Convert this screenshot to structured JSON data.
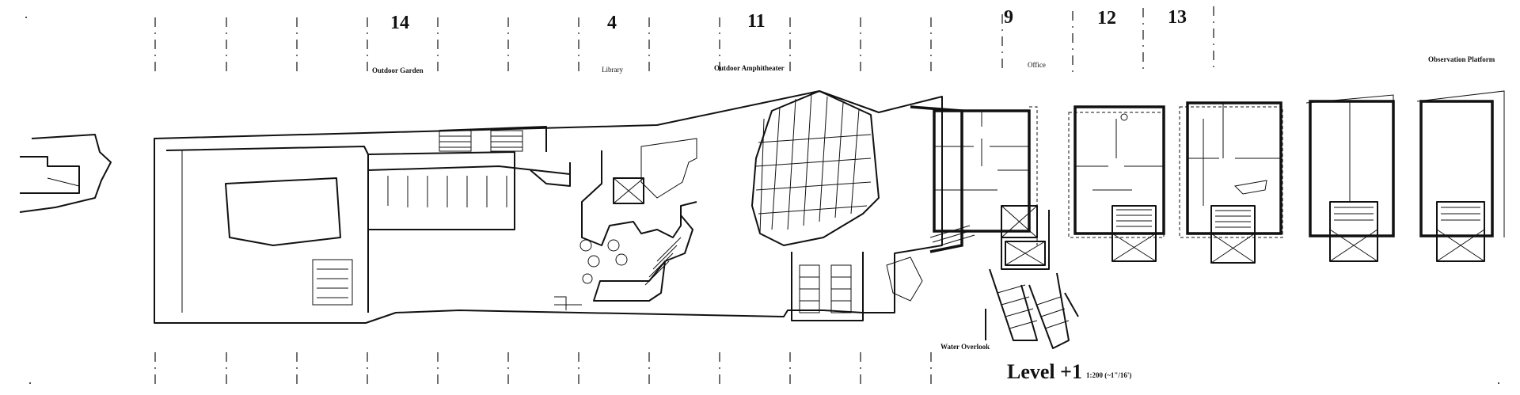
{
  "drawing": {
    "title": "Level +1",
    "scale": "1:200 (~1\"/16')"
  },
  "bay_numbers": [
    "14",
    "4",
    "11",
    "9",
    "12",
    "13"
  ],
  "space_labels": [
    "Outdoor Garden",
    "Library",
    "Outdoor Amphitheater",
    "Office",
    "Observation Platform",
    "Water Overlook"
  ]
}
